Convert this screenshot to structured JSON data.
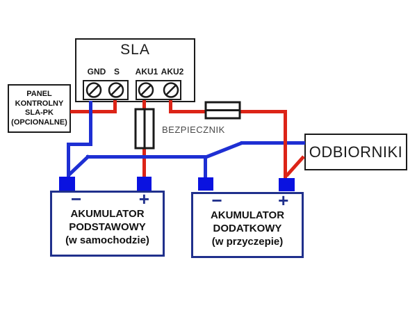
{
  "diagram": {
    "sla": {
      "title": "SLA",
      "terminals": [
        "GND",
        "S",
        "AKU1",
        "AKU2"
      ]
    },
    "panel": {
      "lines": [
        "PANEL",
        "KONTROLNY",
        "SLA-PK",
        "(OPCIONALNE)"
      ]
    },
    "fuse_label": "BEZPIECZNIK",
    "loads": {
      "label": "ODBIORNIKI"
    },
    "battery_primary": {
      "minus": "−",
      "plus": "+",
      "lines": [
        "AKUMULATOR",
        "PODSTAWOWY",
        "(w samochodzie)"
      ]
    },
    "battery_secondary": {
      "minus": "−",
      "plus": "+",
      "lines": [
        "AKUMULATOR",
        "DODATKOWY",
        "(w przyczepie)"
      ]
    },
    "colors": {
      "positive_wire": "#dc2417",
      "negative_wire": "#1e2fd3",
      "terminal_fill": "#0a12e0",
      "battery_border": "#20308c",
      "box_border": "#1a1a1a"
    }
  }
}
